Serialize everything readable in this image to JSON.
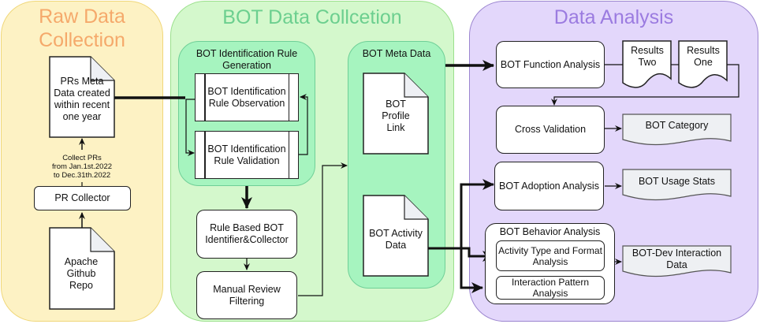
{
  "panels": {
    "raw": {
      "title_line1": "Raw Data",
      "title_line2": "Collection",
      "color": "#f5a96b",
      "bg": "#fdf2c4",
      "border": "#f0d77a"
    },
    "bot": {
      "title": "BOT Data Collcetion",
      "color": "#6ccf8f",
      "bg": "#d4f8cc",
      "border": "#9be08c"
    },
    "analysis": {
      "title": "Data Analysis",
      "color": "#9b7be0",
      "bg": "#e3d7fb",
      "border": "#9c86d0"
    }
  },
  "raw_collection": {
    "prs_meta_doc": "PRs Meta Data created within recent one year",
    "collect_note_line1": "Collect PRs",
    "collect_note_line2": "from Jan.1st.2022",
    "collect_note_line3": "to Dec.31th.2022",
    "pr_collector": "PR Collector",
    "apache_repo_doc": "Apache Github Repo"
  },
  "bot_collection": {
    "rule_generation_title": "BOT Identification Rule Generation",
    "rule_observation": "BOT Identification Rule Observation",
    "rule_validation": "BOT Identification Rule Validation",
    "rule_based_identifier": "Rule Based BOT Identifier&Collector",
    "manual_review": "Manual Review Filtering",
    "meta_data_title": "BOT Meta Data",
    "profile_link_doc": "BOT Profile Link",
    "activity_data_doc": "BOT Activity Data"
  },
  "analysis": {
    "function_analysis": "BOT Function Analysis",
    "results_two": "Results Two",
    "results_one": "Results One",
    "cross_validation": "Cross Validation",
    "bot_category": "BOT Category",
    "adoption_analysis": "BOT Adoption Analysis",
    "usage_stats": "BOT Usage Stats",
    "behavior_analysis_title": "BOT Behavior Analysis",
    "activity_type_analysis": "Activity Type and Format Analysis",
    "interaction_pattern_analysis": "Interaction Pattern Analysis",
    "bot_dev_interaction": "BOT-Dev Interaction Data"
  }
}
